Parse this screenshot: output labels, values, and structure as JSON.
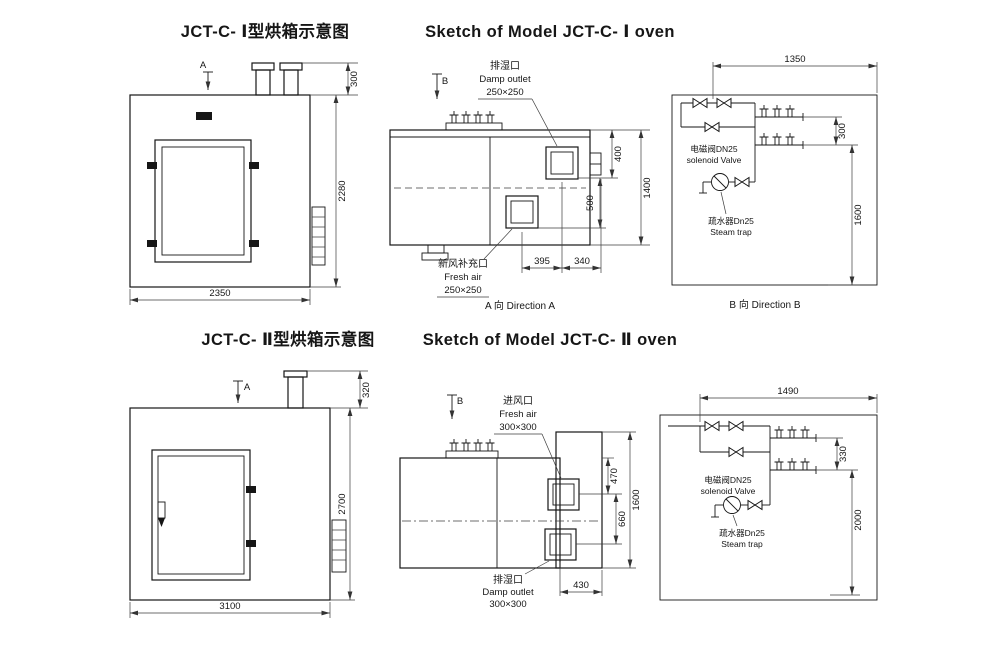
{
  "titles": {
    "s1_cn": "JCT-C- Ⅰ型烘箱示意图",
    "s1_en": "Sketch of Model JCT-C- Ⅰ oven",
    "s2_cn": "JCT-C- Ⅱ型烘箱示意图",
    "s2_en": "Sketch of Model JCT-C- Ⅱ oven"
  },
  "s1": {
    "front": {
      "section_label": "A",
      "dim_chimney": "300",
      "dim_height": "2280",
      "dim_width": "2350"
    },
    "side": {
      "section_label": "B",
      "damp_cn": "排湿口",
      "damp_en": "Damp outlet",
      "damp_size": "250×250",
      "fresh_cn": "新风补充口",
      "fresh_en": "Fresh air",
      "fresh_size": "250×250",
      "dim_top": "400",
      "dim_mid": "500",
      "dim_height": "1400",
      "dim_395": "395",
      "dim_340": "340",
      "caption": "A 向 Direction A"
    },
    "pipe": {
      "dim_width": "1350",
      "dim_gap": "300",
      "dim_height": "1600",
      "solenoid_cn": "电磁阀DN25",
      "solenoid_en": "solenoid Valve",
      "trap_cn": "疏水器Dn25",
      "trap_en": "Steam trap",
      "caption": "B 向 Direction B"
    }
  },
  "s2": {
    "front": {
      "section_label": "A",
      "dim_chimney": "320",
      "dim_height": "2700",
      "dim_width": "3100"
    },
    "side": {
      "section_label": "B",
      "fresh_cn": "进风口",
      "fresh_en": "Fresh air",
      "fresh_size": "300×300",
      "damp_cn": "排湿口",
      "damp_en": "Damp outlet",
      "damp_size": "300×300",
      "dim_top": "470",
      "dim_mid": "660",
      "dim_height": "1600",
      "dim_bottom": "430"
    },
    "pipe": {
      "dim_width": "1490",
      "dim_gap": "330",
      "dim_height": "2000",
      "solenoid_cn": "电磁阀DN25",
      "solenoid_en": "solenoid Valve",
      "trap_cn": "疏水器Dn25",
      "trap_en": "Steam trap"
    }
  }
}
